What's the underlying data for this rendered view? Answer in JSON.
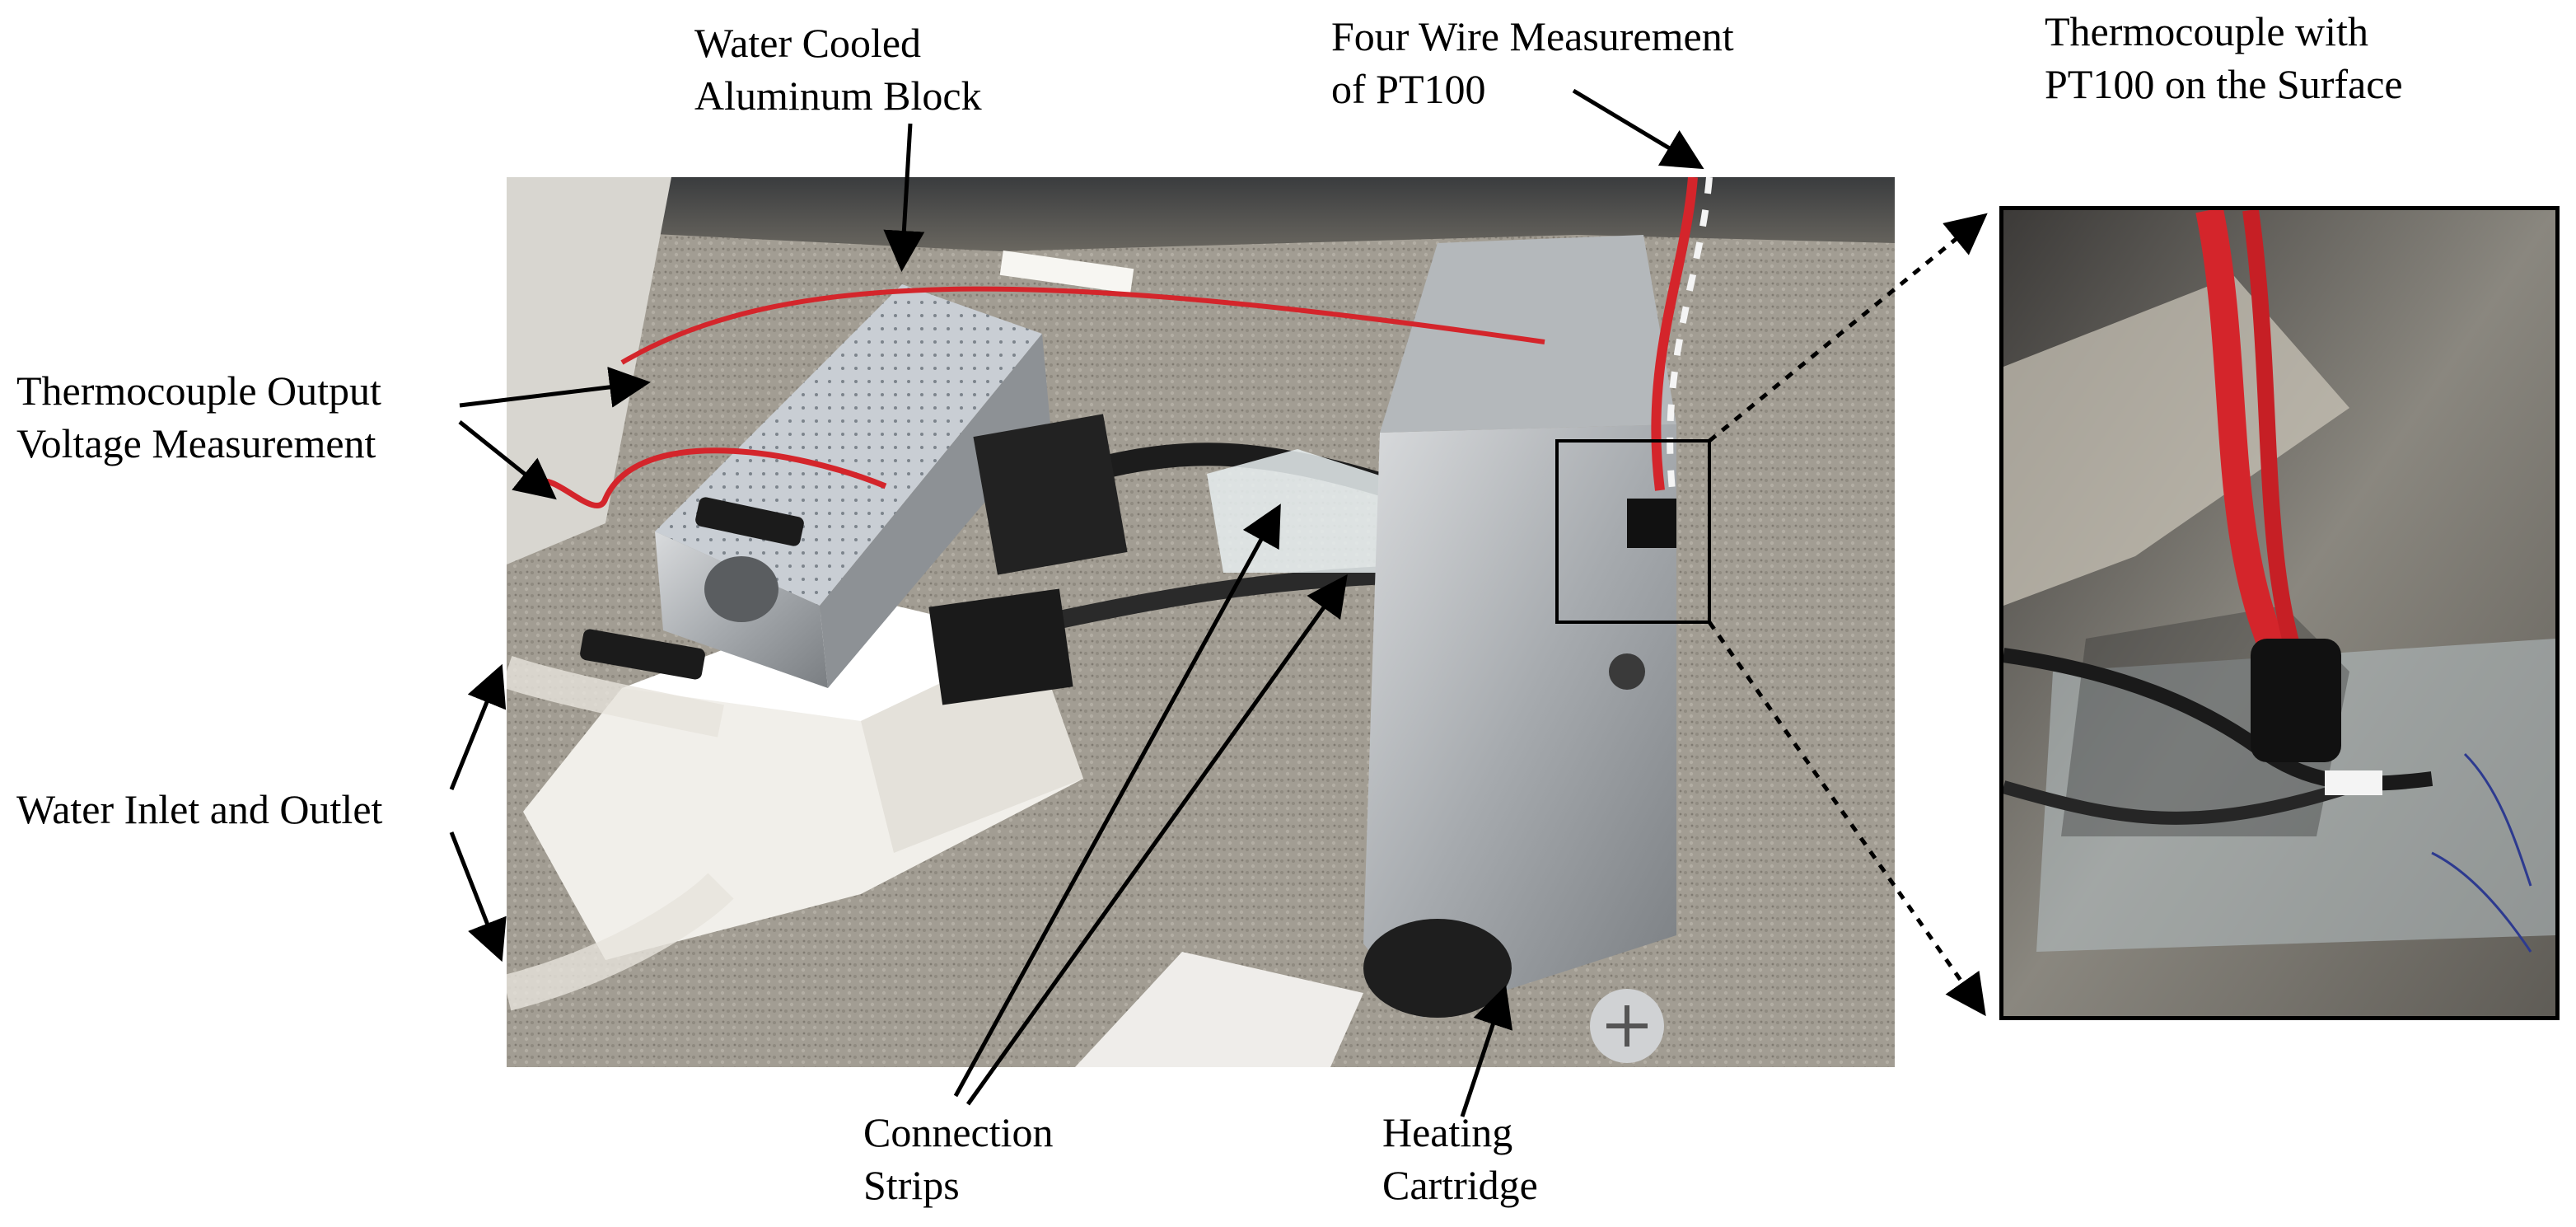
{
  "labels": {
    "water_cooled_line1": "Water Cooled",
    "water_cooled_line2": "Aluminum Block",
    "four_wire_line1": "Four Wire Measurement",
    "four_wire_line2": "of PT100",
    "thermocouple_surface_line1": "Thermocouple with",
    "thermocouple_surface_line2": "PT100 on the Surface",
    "thermocouple_output_line1": "Thermocouple Output",
    "thermocouple_output_line2": "Voltage Measurement",
    "water_inlet_outlet": "Water Inlet and Outlet",
    "connection_strips_line1": "Connection",
    "connection_strips_line2": "Strips",
    "heating_cartridge_line1": "Heating",
    "heating_cartridge_line2": "Cartridge"
  },
  "colors": {
    "label_text": "#000000",
    "annotation_line": "#000000",
    "wire_red": "#d4252b"
  }
}
